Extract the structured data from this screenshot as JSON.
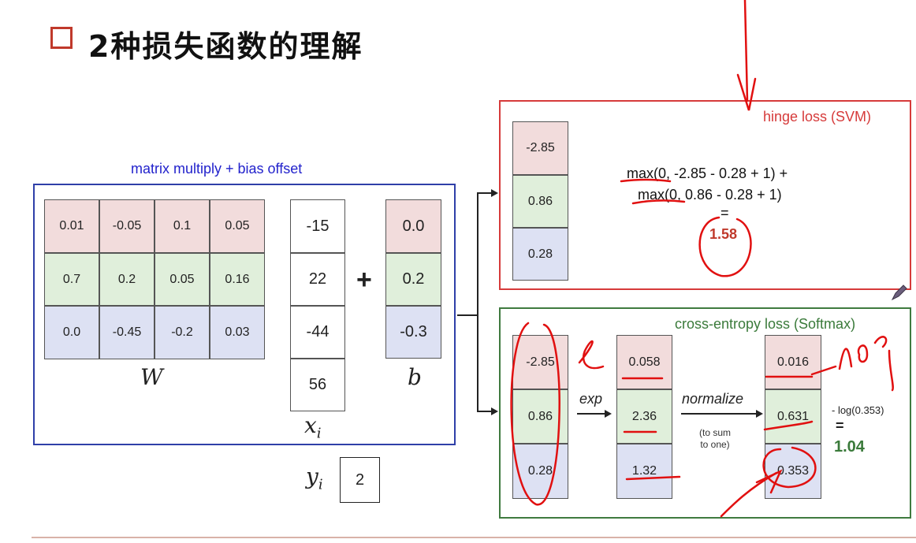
{
  "header": {
    "title": "2种损失函数的理解"
  },
  "matrix_panel": {
    "caption": "matrix multiply + bias offset",
    "W": [
      [
        "0.01",
        "-0.05",
        "0.1",
        "0.05"
      ],
      [
        "0.7",
        "0.2",
        "0.05",
        "0.16"
      ],
      [
        "0.0",
        "-0.45",
        "-0.2",
        "0.03"
      ]
    ],
    "W_label": "W",
    "x": [
      "-15",
      "22",
      "-44",
      "56"
    ],
    "x_label_base": "x",
    "x_label_sub": "i",
    "plus": "+",
    "b": [
      "0.0",
      "0.2",
      "-0.3"
    ],
    "b_label": "b",
    "y_label_base": "y",
    "y_label_sub": "i",
    "y_value": "2"
  },
  "hinge_panel": {
    "label": "hinge loss (SVM)",
    "scores": [
      "-2.85",
      "0.86",
      "0.28"
    ],
    "line1": "max(0, -2.85 - 0.28 + 1) +",
    "line2": "max(0, 0.86 - 0.28 + 1)",
    "equals": "=",
    "result": "1.58"
  },
  "ce_panel": {
    "label": "cross-entropy loss (Softmax)",
    "scores": [
      "-2.85",
      "0.86",
      "0.28"
    ],
    "exp_label": "exp",
    "exp_values": [
      "0.058",
      "2.36",
      "1.32"
    ],
    "normalize_label": "normalize",
    "normalize_note_1": "(to sum",
    "normalize_note_2": "to one)",
    "probs": [
      "0.016",
      "0.631",
      "0.353"
    ],
    "log_text": "- log(0.353)",
    "equals": "=",
    "result": "1.04"
  },
  "colors": {
    "red": "#d63a3a",
    "green": "#3f7a3f",
    "blue": "#2f3fa8",
    "ink_red": "#e11010"
  }
}
